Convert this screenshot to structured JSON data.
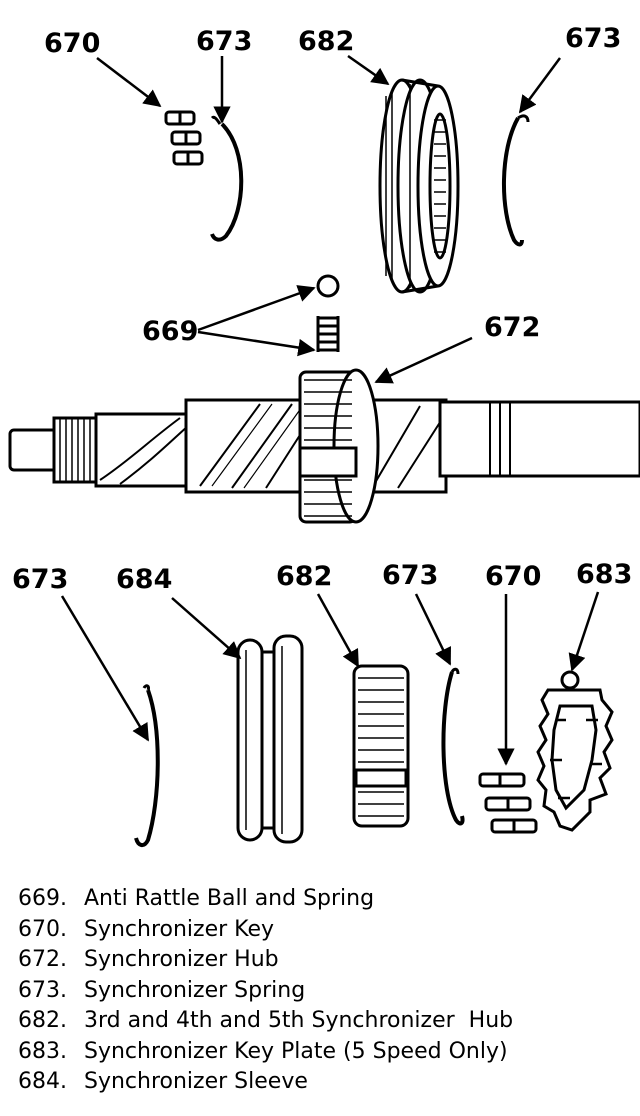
{
  "callouts": {
    "top": [
      "670",
      "673",
      "682",
      "673"
    ],
    "middle": [
      "669",
      "672"
    ],
    "bottom": [
      "673",
      "684",
      "682",
      "673",
      "670",
      "683"
    ]
  },
  "legend": [
    {
      "num": "669.",
      "text": "Anti Rattle Ball and Spring"
    },
    {
      "num": "670.",
      "text": "Synchronizer Key"
    },
    {
      "num": "672.",
      "text": "Synchronizer Hub"
    },
    {
      "num": "673.",
      "text": "Synchronizer Spring"
    },
    {
      "num": "682.",
      "text": "3rd and 4th and 5th Synchronizer  Hub"
    },
    {
      "num": "683.",
      "text": "Synchronizer Key Plate (5 Speed Only)"
    },
    {
      "num": "684.",
      "text": "Synchronizer Sleeve"
    }
  ]
}
